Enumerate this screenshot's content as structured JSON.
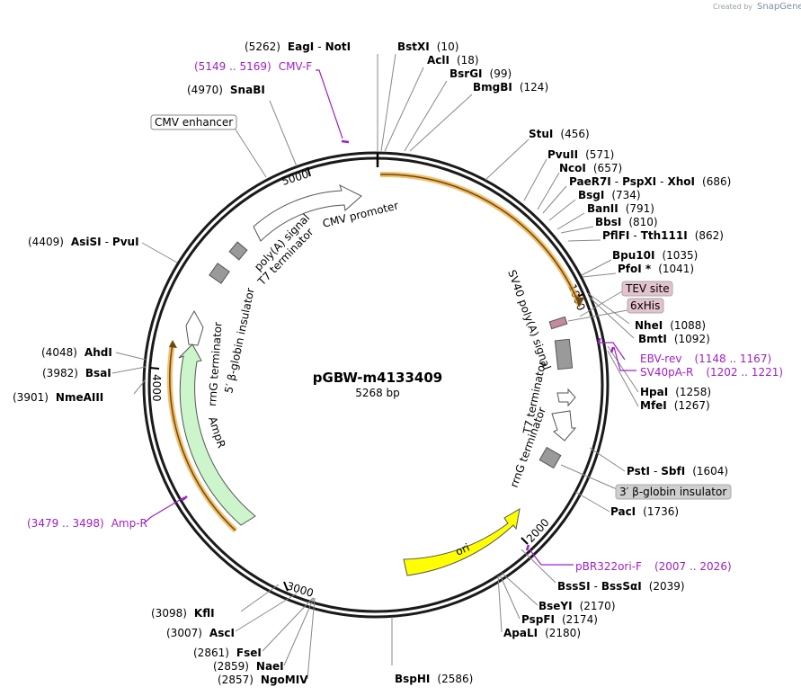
{
  "credit": {
    "prefix": "Created by",
    "brand": "SnapGene"
  },
  "plasmid": {
    "name": "pGBW-m4133409",
    "size_label": "5268 bp",
    "length": 5268
  },
  "ticks": [
    "1000",
    "2000",
    "3000",
    "4000",
    "5000"
  ],
  "sites": [
    {
      "id": "site-eagi",
      "name": "EagI",
      "name2": "NotI",
      "pos": "(5262)"
    },
    {
      "id": "site-bstxi",
      "name": "BstXI",
      "pos": "(10)"
    },
    {
      "id": "site-acli",
      "name": "AclI",
      "pos": "(18)"
    },
    {
      "id": "site-bsrgi",
      "name": "BsrGI",
      "pos": "(99)"
    },
    {
      "id": "site-bmgbi",
      "name": "BmgBI",
      "pos": "(124)"
    },
    {
      "id": "site-snabi",
      "name": "SnaBI",
      "pos": "(4970)"
    },
    {
      "id": "site-stui",
      "name": "StuI",
      "pos": "(456)"
    },
    {
      "id": "site-pvuii",
      "name": "PvuII",
      "pos": "(571)"
    },
    {
      "id": "site-ncoi",
      "name": "NcoI",
      "pos": "(657)"
    },
    {
      "id": "site-pae",
      "name": "PaeR7I",
      "name2": "PspXI",
      "name3": "XhoI",
      "pos": "(686)"
    },
    {
      "id": "site-bsgi",
      "name": "BsgI",
      "pos": "(734)"
    },
    {
      "id": "site-banii",
      "name": "BanII",
      "pos": "(791)"
    },
    {
      "id": "site-bbsi",
      "name": "BbsI",
      "pos": "(810)"
    },
    {
      "id": "site-pflfi",
      "name": "PflFI",
      "name2": "Tth111I",
      "pos": "(862)"
    },
    {
      "id": "site-asisi",
      "name": "AsiSI",
      "name2": "PvuI",
      "pos": "(4409)"
    },
    {
      "id": "site-bpu10i",
      "name": "Bpu10I",
      "pos": "(1035)"
    },
    {
      "id": "site-pfoi",
      "name": "PfoI *",
      "pos": "(1041)"
    },
    {
      "id": "site-nhei",
      "name": "NheI",
      "pos": "(1088)"
    },
    {
      "id": "site-bmti",
      "name": "BmtI",
      "pos": "(1092)"
    },
    {
      "id": "site-ahdi",
      "name": "AhdI",
      "pos": "(4048)"
    },
    {
      "id": "site-bsai",
      "name": "BsaI",
      "pos": "(3982)"
    },
    {
      "id": "site-nmeaiii",
      "name": "NmeAIII",
      "pos": "(3901)"
    },
    {
      "id": "site-hpai",
      "name": "HpaI",
      "pos": "(1258)"
    },
    {
      "id": "site-mfei",
      "name": "MfeI",
      "pos": "(1267)"
    },
    {
      "id": "site-psti",
      "name": "PstI",
      "name2": "SbfI",
      "pos": "(1604)"
    },
    {
      "id": "site-paci",
      "name": "PacI",
      "pos": "(1736)"
    },
    {
      "id": "site-bsssi",
      "name": "BssSI",
      "name2": "BssSαI",
      "pos": "(2039)"
    },
    {
      "id": "site-bseyi",
      "name": "BseYI",
      "pos": "(2170)"
    },
    {
      "id": "site-pspfi",
      "name": "PspFI",
      "pos": "(2174)"
    },
    {
      "id": "site-apali",
      "name": "ApaLI",
      "pos": "(2180)"
    },
    {
      "id": "site-kfli",
      "name": "KflI",
      "pos": "(3098)"
    },
    {
      "id": "site-asci",
      "name": "AscI",
      "pos": "(3007)"
    },
    {
      "id": "site-fsei",
      "name": "FseI",
      "pos": "(2861)"
    },
    {
      "id": "site-naei",
      "name": "NaeI",
      "pos": "(2859)"
    },
    {
      "id": "site-ngomiv",
      "name": "NgoMIV",
      "pos": "(2857)"
    },
    {
      "id": "site-bsphi",
      "name": "BspHI",
      "pos": "(2586)"
    }
  ],
  "primers": [
    {
      "id": "primer-cmvf",
      "range": "(5149 .. 5169)",
      "name": "CMV-F"
    },
    {
      "id": "primer-ebvrev",
      "name": "EBV-rev",
      "range": "(1148 .. 1167)"
    },
    {
      "id": "primer-sv40par",
      "name": "SV40pA-R",
      "range": "(1202 .. 1221)"
    },
    {
      "id": "primer-pbr322",
      "name": "pBR322ori-F",
      "range": "(2007 .. 2026)"
    },
    {
      "id": "primer-ampr",
      "range": "(3479 .. 3498)",
      "name": "Amp-R"
    }
  ],
  "boxed_labels": [
    {
      "id": "cmv-enhancer",
      "text": "CMV enhancer",
      "fill": "#ffffff"
    },
    {
      "id": "tev-site",
      "text": "TEV site",
      "fill": "#e2c2cc"
    },
    {
      "id": "6xhis",
      "text": "6xHis",
      "fill": "#e2c2cc"
    },
    {
      "id": "beta-globin-3",
      "text": "3′ β-globin insulator",
      "fill": "#cfcfcf"
    }
  ],
  "features": [
    {
      "id": "cmv-promoter",
      "text": "CMV promoter"
    },
    {
      "id": "polya-signal-left",
      "text": "poly(A) signal"
    },
    {
      "id": "t7-term-left",
      "text": "T7 terminator"
    },
    {
      "id": "beta-globin-5",
      "text": "5′ β-globin insulator"
    },
    {
      "id": "rrng-term-left",
      "text": "rrnG terminator"
    },
    {
      "id": "ampr",
      "text": "AmpR"
    },
    {
      "id": "sv40",
      "text": "SV40 poly(A) signal"
    },
    {
      "id": "t7-term-right",
      "text": "T7 terminator"
    },
    {
      "id": "rrng-term-right",
      "text": "rrnG terminator"
    },
    {
      "id": "ori",
      "text": "ori"
    }
  ],
  "colors": {
    "backbone": "#1a1a1a",
    "orf": "#f0a83a",
    "ampr_fill": "#ccf5cc",
    "ori_fill": "#ffff00",
    "primer": "#a020c8",
    "gray_feature": "#9a9a9a",
    "leader": "#777777"
  }
}
